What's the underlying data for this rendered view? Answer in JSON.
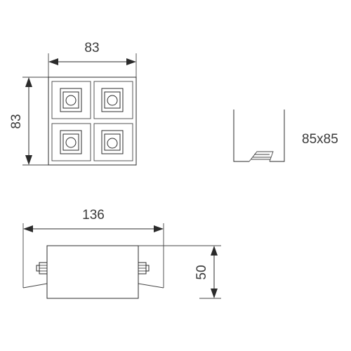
{
  "top_view": {
    "width_label": "83",
    "height_label": "83"
  },
  "cutout": {
    "size_label": "85x85"
  },
  "side_view": {
    "width_label": "136",
    "height_label": "50"
  }
}
